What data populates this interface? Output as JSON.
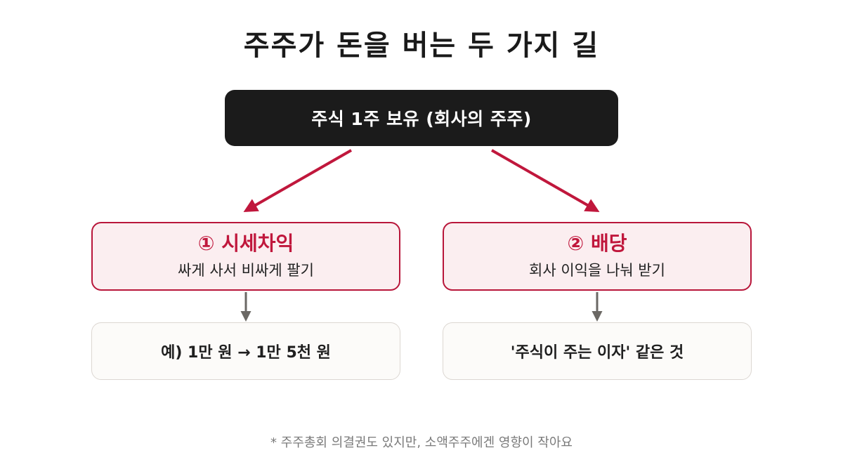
{
  "title": "주주가 돈을 버는 두 가지 길",
  "root": {
    "label": "주식 1주 보유 (회사의 주주)"
  },
  "branches": [
    {
      "title": "① 시세차익",
      "description": "싸게 사서 비싸게 팔기",
      "example": "예) 1만 원 → 1만 5천 원"
    },
    {
      "title": "② 배당",
      "description": "회사 이익을 나눠 받기",
      "example": "'주식이 주는 이자' 같은 것"
    }
  ],
  "footnote": "* 주주총회 의결권도 있지만, 소액주주에겐 영향이 작아요",
  "colors": {
    "root_fill": "#1b1b1b",
    "accent": "#c0173c",
    "branch_fill": "#fbeef0",
    "example_fill": "#fcfbf9",
    "connector": "#6b6864"
  }
}
